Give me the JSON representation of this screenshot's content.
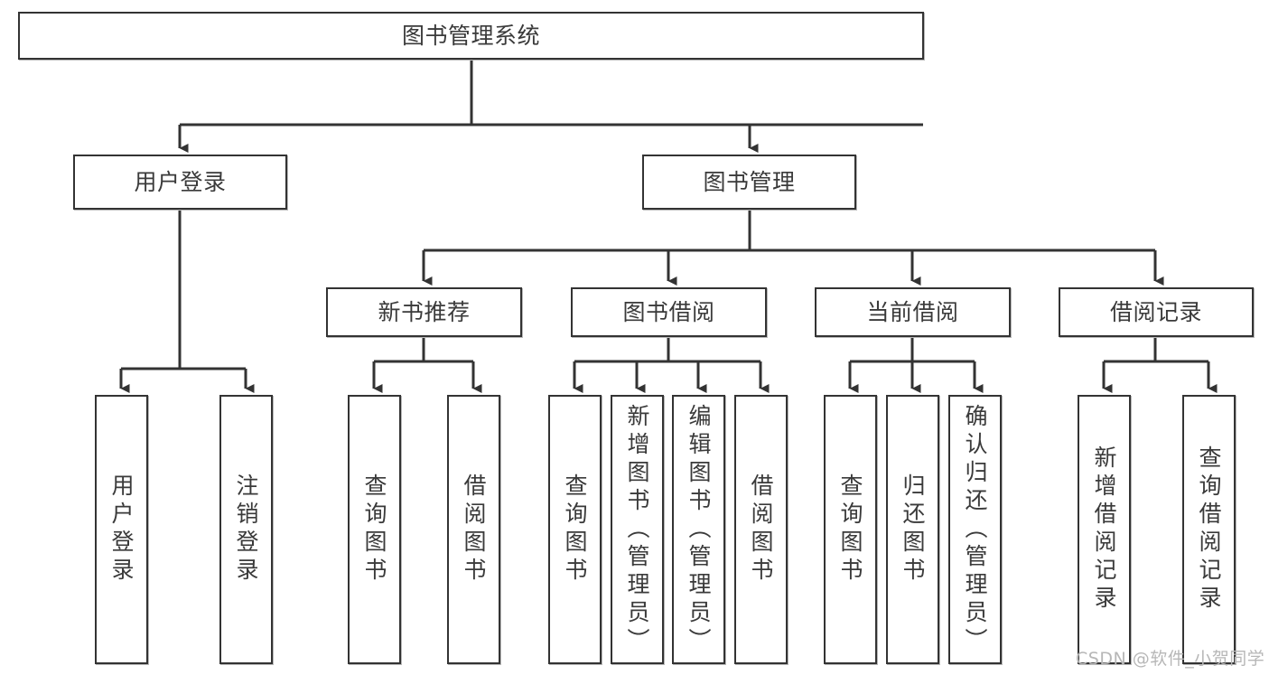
{
  "diagram": {
    "title": "图书管理系统",
    "type": "tree-hierarchy",
    "orientation": "top-down",
    "colors": {
      "box_border": "#333333",
      "box_fill": "#ffffff",
      "connector": "#333333",
      "text": "#3a3a3a",
      "watermark": "#b7b7b7",
      "background": "#ffffff"
    }
  },
  "root": {
    "label": "图书管理系统"
  },
  "level1": [
    {
      "label": "用户登录"
    },
    {
      "label": "图书管理"
    }
  ],
  "level2": [
    {
      "label": "新书推荐"
    },
    {
      "label": "图书借阅"
    },
    {
      "label": "当前借阅"
    },
    {
      "label": "借阅记录"
    }
  ],
  "leaves": {
    "user_login": [
      {
        "label": "用户登录"
      },
      {
        "label": "注销登录"
      }
    ],
    "new_book": [
      {
        "label": "查询图书"
      },
      {
        "label": "借阅图书"
      }
    ],
    "book_borrow": [
      {
        "label": "查询图书"
      },
      {
        "label": "新增图书（管理员）"
      },
      {
        "label": "编辑图书（管理员）"
      },
      {
        "label": "借阅图书"
      }
    ],
    "current_borrow": [
      {
        "label": "查询图书"
      },
      {
        "label": "归还图书"
      },
      {
        "label": "确认归还（管理员）"
      }
    ],
    "borrow_record": [
      {
        "label": "新增借阅记录"
      },
      {
        "label": "查询借阅记录"
      }
    ]
  },
  "watermark": {
    "text": "CSDN @软件_小贺同学"
  }
}
